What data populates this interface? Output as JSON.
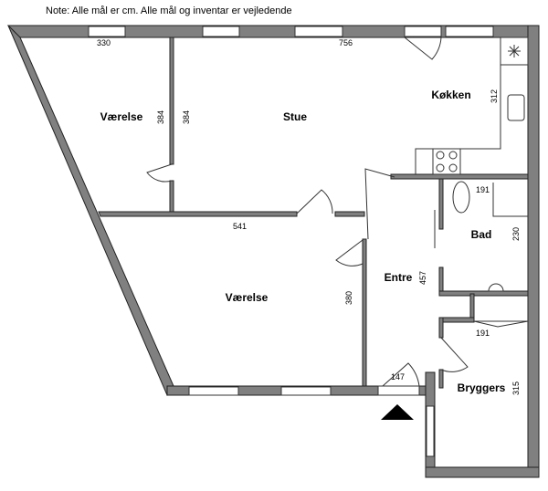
{
  "note": "Note: Alle mål er cm. Alle mål og inventar er vejledende",
  "rooms": {
    "vaerelse_top": "Værelse",
    "stue": "Stue",
    "kokken": "Køkken",
    "bad": "Bad",
    "entre": "Entre",
    "vaerelse_bottom": "Værelse",
    "bryggers": "Bryggers"
  },
  "dimensions": {
    "top_left_width": "330",
    "top_right_width": "756",
    "vaerelse_depth": "384",
    "stue_depth": "384",
    "kokken_depth": "312",
    "bad_width": "191",
    "bad_depth": "230",
    "vaerelse_bottom_width": "541",
    "entre_depth": "457",
    "vaerelse_bottom_depth": "380",
    "bryggers_width": "191",
    "entrance_width": "147",
    "bryggers_depth": "315"
  }
}
